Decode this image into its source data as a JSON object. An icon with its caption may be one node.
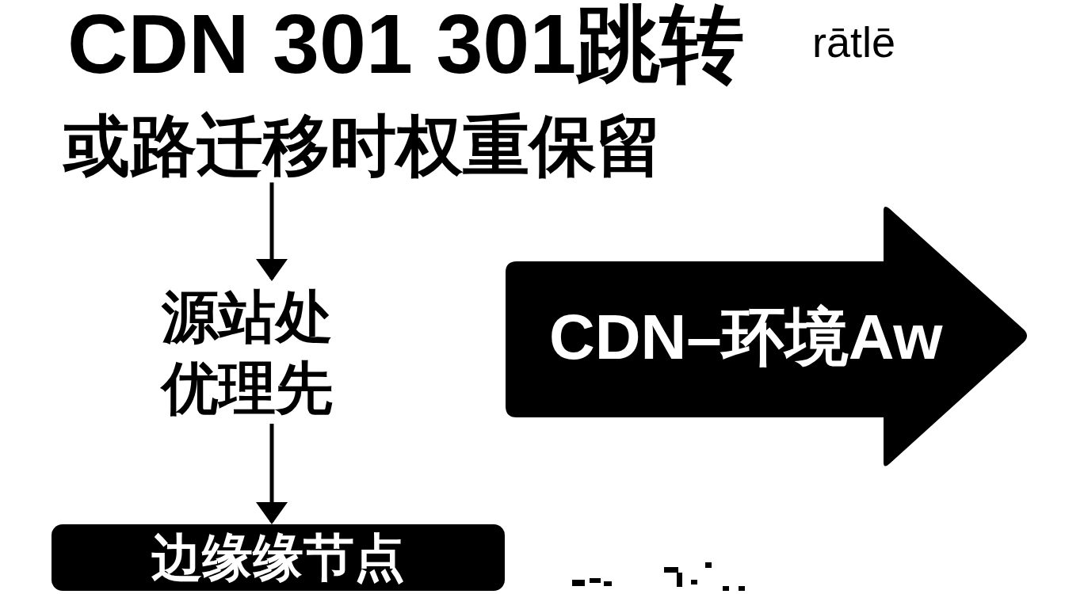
{
  "diagram": {
    "title": "CDN 301 301跳转",
    "nodes": [
      {
        "text": [
          "或路迁移时权重保留"
        ]
      },
      {
        "text": [
          "源站处优理先"
        ]
      },
      {
        "text": [
          "边缘缘节点"
        ]
      },
      {
        "text": [
          "CDN–环境Aw"
        ]
      }
    ],
    "edges": [
      {
        "from": 0,
        "to": 1,
        "arrow": "to"
      },
      {
        "from": 1,
        "to": 2,
        "arrow": "to"
      }
    ],
    "labels": [
      "rātlē"
    ]
  }
}
